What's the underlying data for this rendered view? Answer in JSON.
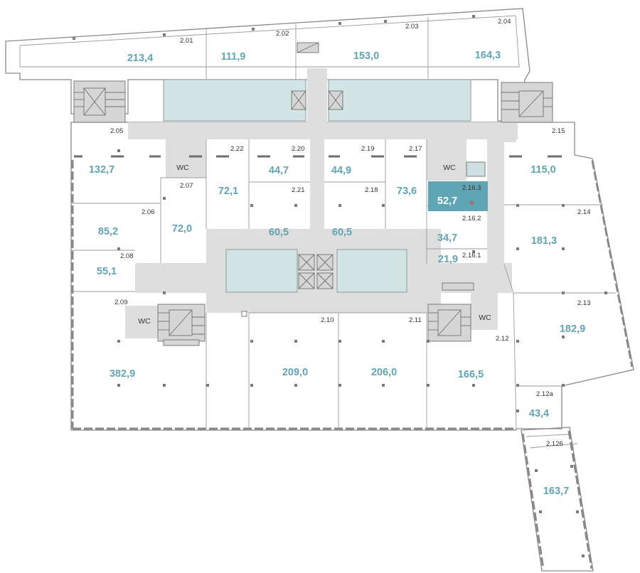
{
  "floor_plan": {
    "rooms": [
      {
        "id": "2.01",
        "area": "213,4"
      },
      {
        "id": "2.02",
        "area": "111,9"
      },
      {
        "id": "2.03",
        "area": "153,0"
      },
      {
        "id": "2.04",
        "area": "164,3"
      },
      {
        "id": "2.05",
        "area": "132,7"
      },
      {
        "id": "2.06",
        "area": "85,2"
      },
      {
        "id": "2.07",
        "area": "72,0"
      },
      {
        "id": "2.08",
        "area": "55,1"
      },
      {
        "id": "2.09",
        "area": "382,9"
      },
      {
        "id": "2.10",
        "area": "209,0"
      },
      {
        "id": "2.11",
        "area": "206,0"
      },
      {
        "id": "2.12",
        "area": "166,5"
      },
      {
        "id": "2.12a",
        "area": "43,4"
      },
      {
        "id": "2.126",
        "area": "163,7"
      },
      {
        "id": "2.13",
        "area": "182,9"
      },
      {
        "id": "2.14",
        "area": "181,3"
      },
      {
        "id": "2.15",
        "area": "115,0"
      },
      {
        "id": "2.16.1",
        "area": "21,9"
      },
      {
        "id": "2.16.2",
        "area": "34,7"
      },
      {
        "id": "2.16.3",
        "area": "52,7"
      },
      {
        "id": "2.17",
        "area": "73,6"
      },
      {
        "id": "2.18",
        "area": "60,5"
      },
      {
        "id": "2.19",
        "area": "44,9"
      },
      {
        "id": "2.20",
        "area": "44,7"
      },
      {
        "id": "2.21",
        "area": "60,5"
      },
      {
        "id": "2.22",
        "area": "72,1"
      }
    ],
    "wc_label": "WC",
    "highlight_color": "#5fa5b4",
    "text_color": "#5fa5b4"
  }
}
